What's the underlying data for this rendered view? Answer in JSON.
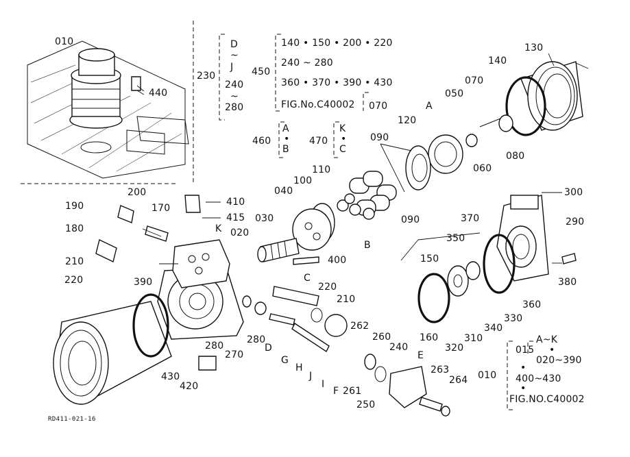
{
  "figure_ref": "RD411-021-16",
  "groups": {
    "g230": "230",
    "g230_items": [
      "D",
      "~",
      "J",
      "240",
      "~",
      "280"
    ],
    "g450": "450",
    "g450_line1": "140 • 150 • 200 • 220",
    "g450_line2": "240 ~ 280",
    "g450_line3": "360 • 370 • 390 • 430",
    "g450_line4": "FIG.No.C40002",
    "g460": "460",
    "g460_items": [
      "A",
      "•",
      "B"
    ],
    "g470": "470",
    "g470_items": [
      "K",
      "•",
      "C"
    ],
    "g010": "010",
    "g010_col1": "015",
    "g010_col2_line1": "A~K",
    "g010_col2_line2": "020~390",
    "g010_line3": "400~430",
    "g010_line4": "FIG.NO.C40002"
  },
  "parts": {
    "p010": "010",
    "p440": "440",
    "p200": "200",
    "p130": "130",
    "p140": "140",
    "p070a": "070",
    "p070b": "070",
    "p050": "050",
    "pA": "A",
    "p120": "120",
    "p090a": "090",
    "p090b": "090",
    "p080": "080",
    "p060": "060",
    "p110": "110",
    "p100": "100",
    "p040": "040",
    "pB": "B",
    "p300": "300",
    "p290": "290",
    "p370": "370",
    "p350": "350",
    "p380": "380",
    "p360": "360",
    "p330": "330",
    "p340": "340",
    "p310": "310",
    "p320": "320",
    "p150": "150",
    "p160": "160",
    "p190": "190",
    "p170": "170",
    "p410": "410",
    "p415": "415",
    "p180": "180",
    "pK": "K",
    "p020": "020",
    "p030": "030",
    "p210a": "210",
    "p220a": "220",
    "p400": "400",
    "pC": "C",
    "p390": "390",
    "p220b": "220",
    "p210b": "210",
    "p262": "262",
    "p280a": "280",
    "p270": "270",
    "p280b": "280",
    "pD": "D",
    "pG": "G",
    "pH": "H",
    "pJ": "J",
    "pI": "I",
    "pF": "F",
    "p261": "261",
    "p260": "260",
    "p240": "240",
    "p250": "250",
    "pE": "E",
    "p263": "263",
    "p264": "264",
    "p430": "430",
    "p420": "420"
  }
}
